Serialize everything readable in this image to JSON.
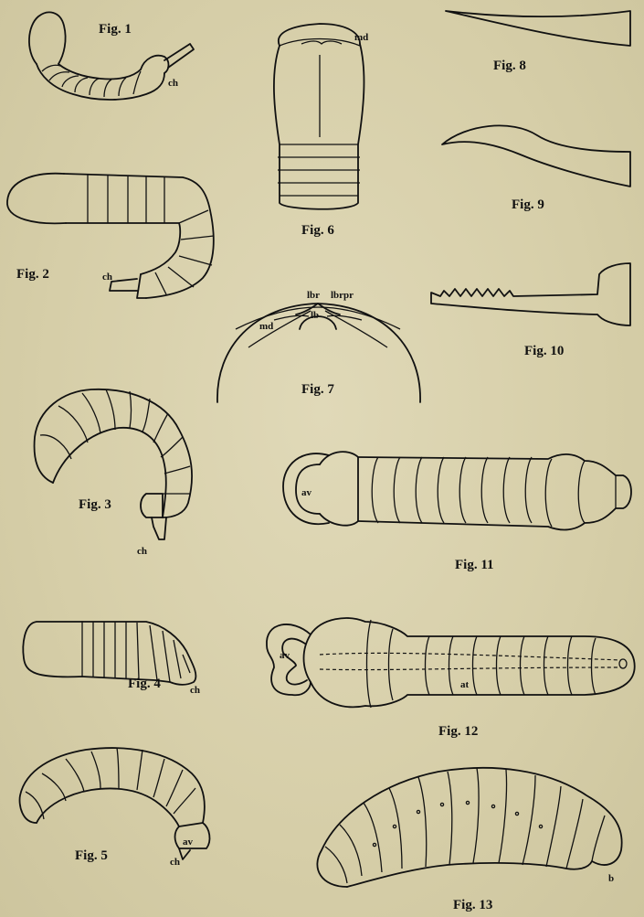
{
  "figures": {
    "fig1": {
      "label": "Fig. 1",
      "parts": {
        "ch": "ch"
      }
    },
    "fig2": {
      "label": "Fig. 2",
      "parts": {
        "ch": "ch"
      }
    },
    "fig3": {
      "label": "Fig. 3",
      "parts": {
        "ch": "ch"
      }
    },
    "fig4": {
      "label": "Fig. 4",
      "parts": {
        "ch": "ch"
      }
    },
    "fig5": {
      "label": "Fig. 5",
      "parts": {
        "av": "av",
        "ch": "ch"
      }
    },
    "fig6": {
      "label": "Fig. 6",
      "parts": {
        "md": "md"
      }
    },
    "fig7": {
      "label": "Fig. 7",
      "parts": {
        "lbr": "lbr",
        "lbrpr": "lbrpr",
        "md": "md",
        "lb": "lb"
      }
    },
    "fig8": {
      "label": "Fig. 8"
    },
    "fig9": {
      "label": "Fig. 9"
    },
    "fig10": {
      "label": "Fig. 10"
    },
    "fig11": {
      "label": "Fig. 11",
      "parts": {
        "av": "av"
      }
    },
    "fig12": {
      "label": "Fig. 12",
      "parts": {
        "av": "av",
        "at": "at"
      }
    },
    "fig13": {
      "label": "Fig. 13",
      "parts": {
        "b": "b"
      }
    }
  }
}
